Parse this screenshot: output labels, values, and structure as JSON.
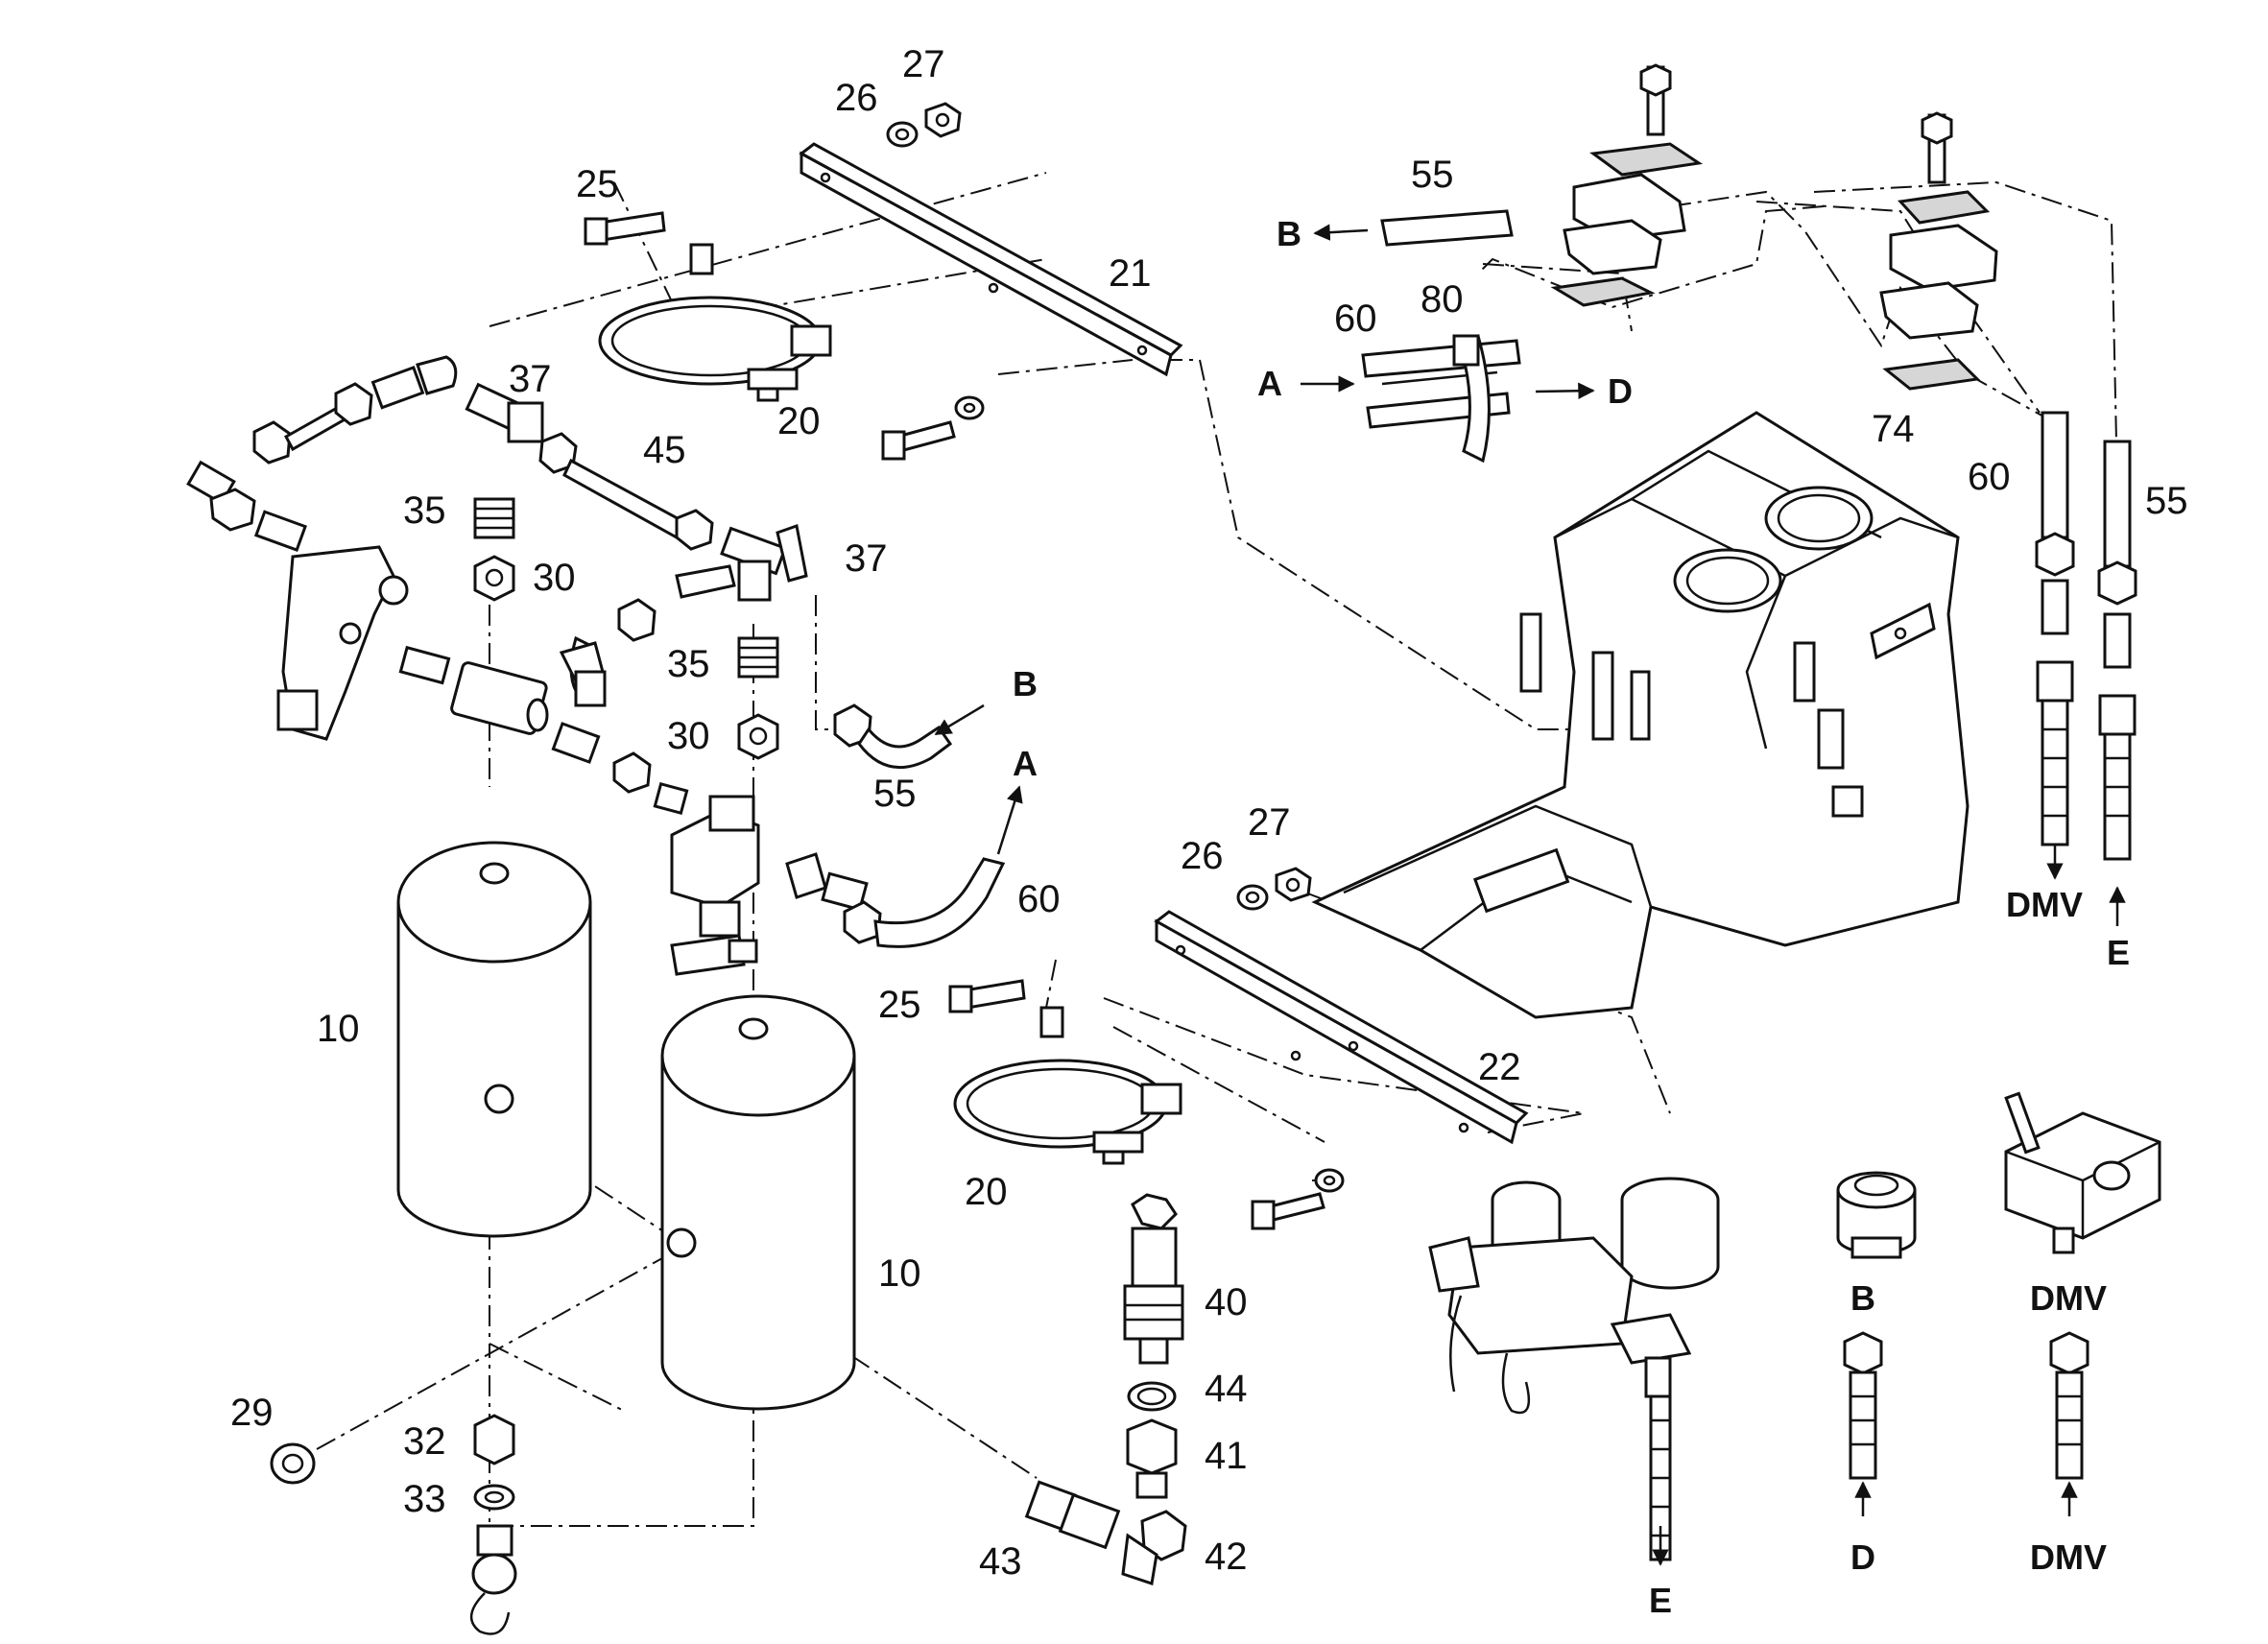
{
  "callouts": {
    "n10a": "10",
    "n10b": "10",
    "n20a": "20",
    "n20b": "20",
    "n21": "21",
    "n22": "22",
    "n25a": "25",
    "n25b": "25",
    "n26a": "26",
    "n26b": "26",
    "n27a": "27",
    "n27b": "27",
    "n29": "29",
    "n30a": "30",
    "n30b": "30",
    "n32": "32",
    "n33": "33",
    "n35a": "35",
    "n35b": "35",
    "n37a": "37",
    "n37b": "37",
    "n40": "40",
    "n41": "41",
    "n42": "42",
    "n43": "43",
    "n44": "44",
    "n45": "45",
    "n55a": "55",
    "n55b": "55",
    "n55c": "55",
    "n60a": "60",
    "n60b": "60",
    "n60c": "60",
    "n74": "74",
    "n80": "80"
  },
  "connectors": {
    "a1": "A",
    "a2": "A",
    "b1": "B",
    "b2": "B",
    "b3": "B",
    "d1": "D",
    "d2": "D",
    "e1": "E",
    "e2": "E",
    "dmv1": "DMV",
    "dmv2": "DMV",
    "dmv3": "DMV"
  }
}
